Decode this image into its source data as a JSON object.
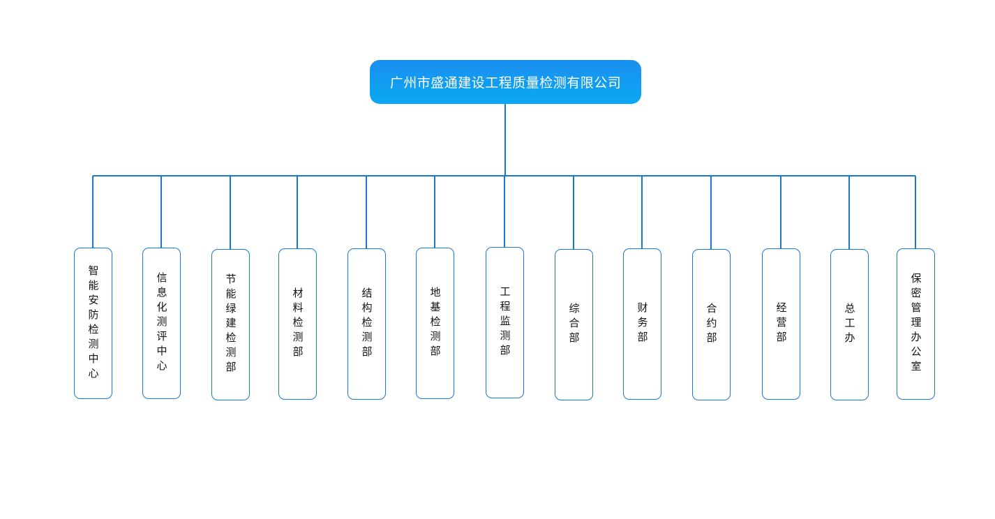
{
  "org_chart": {
    "root": {
      "label": "广州市盛通建设工程质量检测有限公司"
    },
    "departments": [
      {
        "label": "智能安防检测中心"
      },
      {
        "label": "信息化测评中心"
      },
      {
        "label": "节能绿建检测部"
      },
      {
        "label": "材料检测部"
      },
      {
        "label": "结构检测部"
      },
      {
        "label": "地基检测部"
      },
      {
        "label": "工程监测部"
      },
      {
        "label": "综合部"
      },
      {
        "label": "财务部"
      },
      {
        "label": "合约部"
      },
      {
        "label": "经营部"
      },
      {
        "label": "总工办"
      },
      {
        "label": "保密管理办公室"
      }
    ]
  },
  "colors": {
    "root_gradient_top": "#1b8ff0",
    "root_gradient_bottom": "#0aa8f2",
    "connector": "#1976d2",
    "dept_border": "#1976d2"
  }
}
